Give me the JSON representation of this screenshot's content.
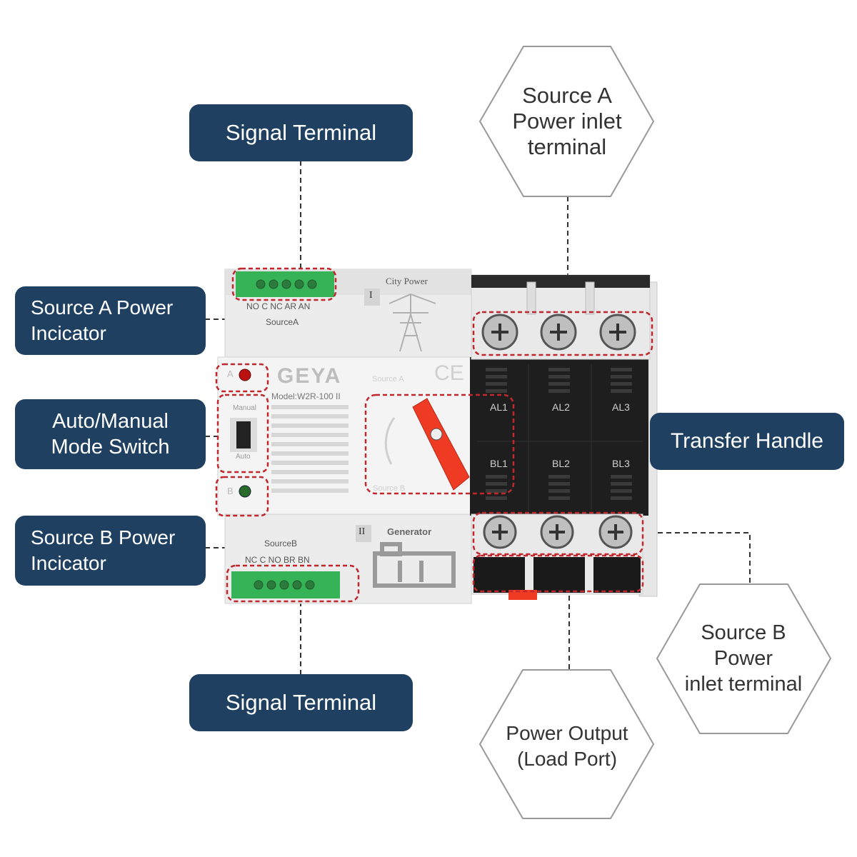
{
  "labels": {
    "signal_terminal_top": "Signal Terminal",
    "source_a_indicator": [
      "Source A Power",
      "Incicator"
    ],
    "mode_switch": [
      "Auto/Manual",
      "Mode Switch"
    ],
    "source_b_indicator": [
      "Source B Power",
      "Incicator"
    ],
    "signal_terminal_bottom": "Signal Terminal",
    "transfer_handle": "Transfer Handle",
    "source_a_inlet": [
      "Source A",
      "Power inlet",
      "terminal"
    ],
    "source_b_inlet": [
      "Source B",
      "Power",
      "inlet terminal"
    ],
    "power_output": [
      "Power Output",
      "(Load Port)"
    ]
  },
  "device": {
    "city_power": "City Power",
    "roman_one": "I",
    "source_a_small": "SourceA",
    "top_terminal_labels": "NO  C  NC  AR  AN",
    "brand": "GEYA",
    "ce_mark": "CE",
    "model": "Model:W2R-100  II",
    "source_a_print": "Source A",
    "source_b_print": "Source B",
    "indicator_a": "A",
    "indicator_b": "B",
    "manual": "Manual",
    "auto": "Auto",
    "generator": "Generator",
    "roman_two": "II",
    "source_b_small": "SourceB",
    "bottom_terminal_labels": "NC  C  NO  BR  BN",
    "pole_labels_top": [
      "AL1",
      "AL2",
      "AL3"
    ],
    "pole_labels_bottom": [
      "BL1",
      "BL2",
      "BL3"
    ]
  },
  "colors": {
    "label_bg": "#1f4060",
    "highlight": "#c0282e",
    "terminal_green": "#37b357",
    "handle_red": "#ef3b24"
  }
}
